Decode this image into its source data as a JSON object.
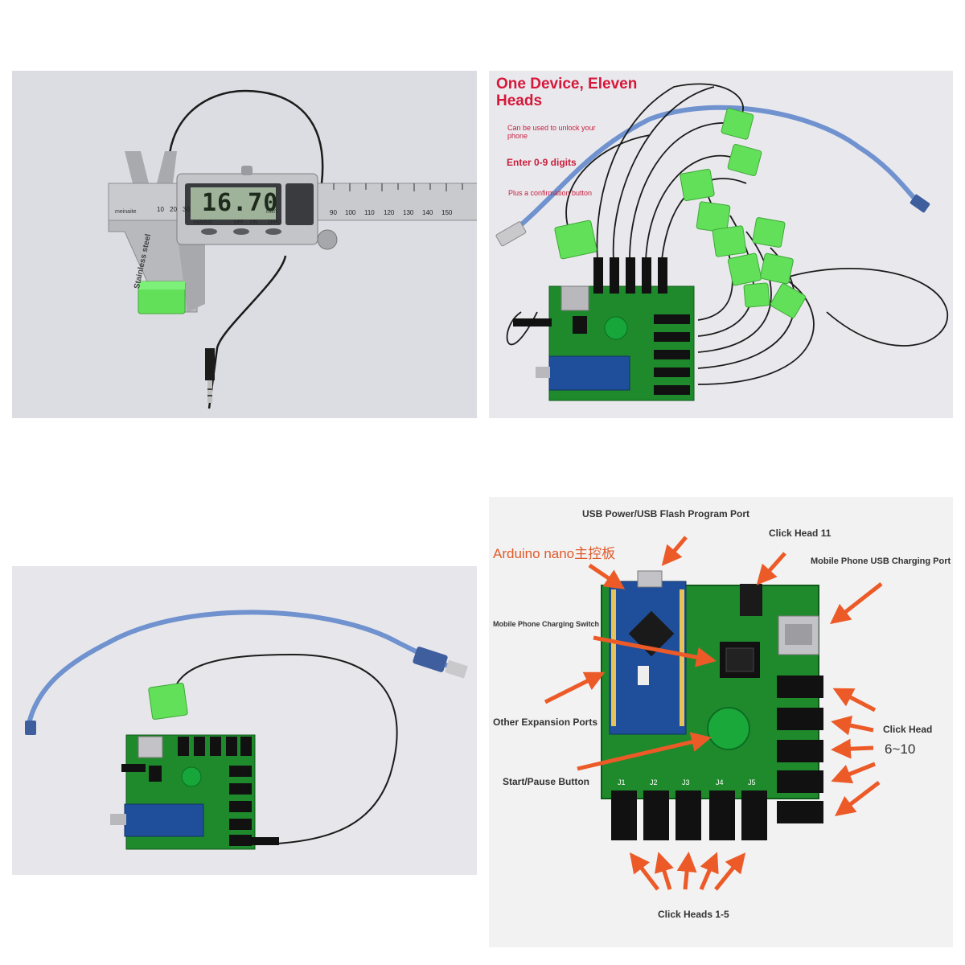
{
  "caliper": {
    "reading": "16.70",
    "unit": "mm",
    "button_labels": [
      "inch/mm",
      "OFF",
      "ON",
      "ZERO"
    ],
    "brand": "meinaite",
    "steel_text": "Stainless steel",
    "scale_numbers": [
      "10",
      "20",
      "30",
      "90",
      "100",
      "110",
      "120",
      "130",
      "140",
      "150"
    ]
  },
  "device": {
    "headline": "One Device, Eleven Heads",
    "line1": "Can be used to unlock your phone",
    "line2": "Enter 0-9 digits",
    "line3": "Plus a confirmation button"
  },
  "diagram": {
    "usb_power": "USB Power/USB Flash Program Port",
    "click_head_11": "Click Head 11",
    "arduino": "Arduino nano主控板",
    "mobile_usb": "Mobile Phone USB Charging Port",
    "charging_switch": "Mobile Phone Charging Switch",
    "expansion": "Other Expansion Ports",
    "start_pause": "Start/Pause Button",
    "click_head_6_10_a": "Click Head",
    "click_head_6_10_b": "6~10",
    "click_heads_1_5": "Click Heads 1-5",
    "jack_labels": [
      "J1",
      "J2",
      "J3",
      "J4",
      "J5"
    ]
  },
  "colors": {
    "pcb_green": "#1f8a2c",
    "head_green": "#63e05a",
    "arrow_orange": "#ec5a28",
    "headline_red": "#d7173a",
    "nano_blue": "#1f4f9a"
  }
}
